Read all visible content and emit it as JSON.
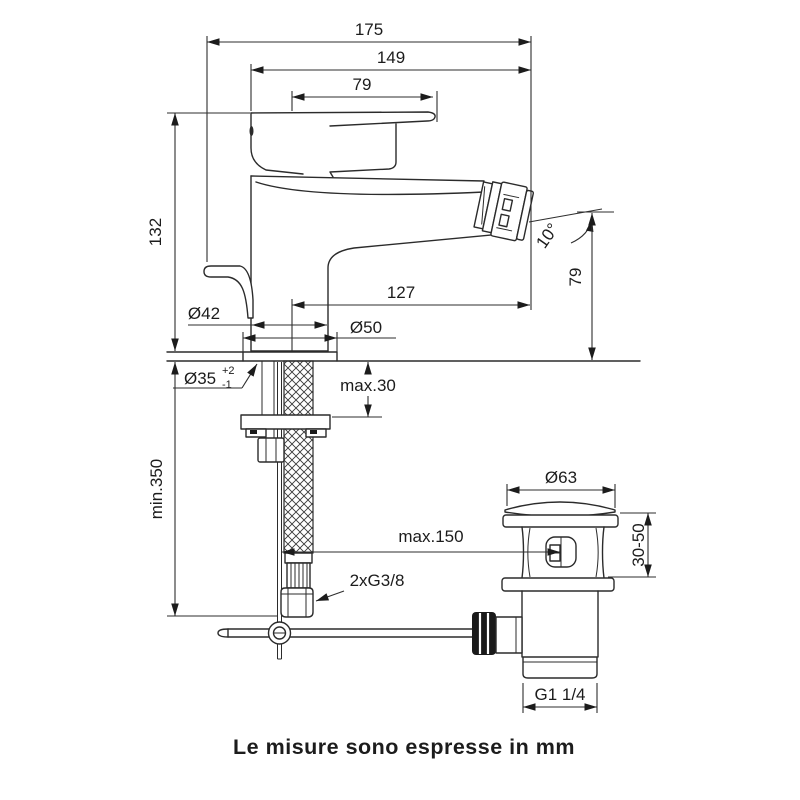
{
  "drawing": {
    "caption": "Le misure sono espresse in mm",
    "dims": {
      "overall_depth": "175",
      "body_depth": "149",
      "handle_length": "79",
      "height_to_deck": "132",
      "spout_reach": "127",
      "spout_height": "79",
      "spout_angle": "10°",
      "base_diameter": "Ø42",
      "escutcheon_diameter": "Ø50",
      "hole_diameter": "Ø35",
      "hole_tol_plus": "+2",
      "hole_tol_minus": "-1",
      "deck_thickness_max": "max.30",
      "hose_min_clearance": "min.350",
      "supply_connection": "2xG3/8",
      "rod_reach_max": "max.150",
      "waste_cap_diameter": "Ø63",
      "waste_height_range": "30-50",
      "waste_thread": "G1 1/4"
    },
    "line_color": "#2b2b2b",
    "text_color": "#1c1c1c"
  }
}
